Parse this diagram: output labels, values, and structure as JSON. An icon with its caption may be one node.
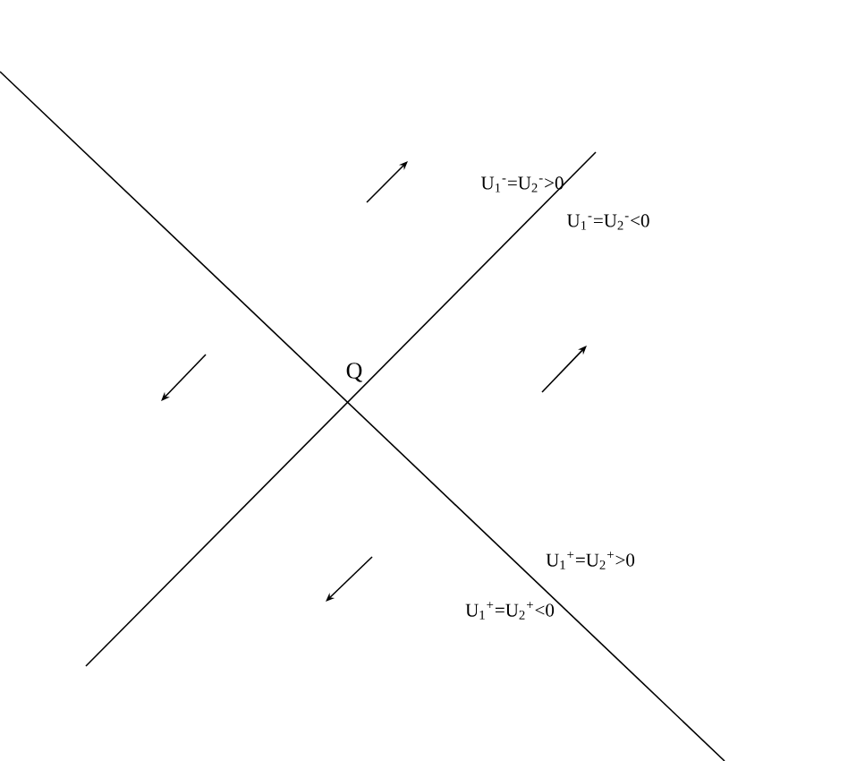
{
  "diagram": {
    "labels": [
      "U$_{1}$$^{-}$=U$_{2}$$^{-}$>0",
      "U$_{1}$$^{-}$=U$_{2}$$^{-}$<0",
      "Q",
      "U$_{1}$$^{+}$=U$_{2}$$^{+}$>0",
      "U$_{1}$$^{+}$=U$_{2}$$^{+}$<0"
    ]
  }
}
